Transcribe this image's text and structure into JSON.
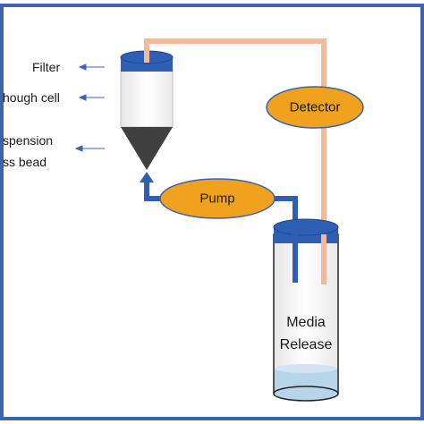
{
  "colors": {
    "frame": "#3d63ad",
    "blue": "#2f5fb3",
    "orange": "#f0a21e",
    "tube": "#f4b89a",
    "dark": "#404040",
    "liquid": "#b6d4ea"
  },
  "labels": {
    "filter": "Filter",
    "flow_cell": "hough cell",
    "suspension": "spension",
    "bead": "ss bead"
  },
  "nodes": {
    "detector": "Detector",
    "pump": "Pump",
    "media_line1": "Media",
    "media_line2": "Release"
  }
}
